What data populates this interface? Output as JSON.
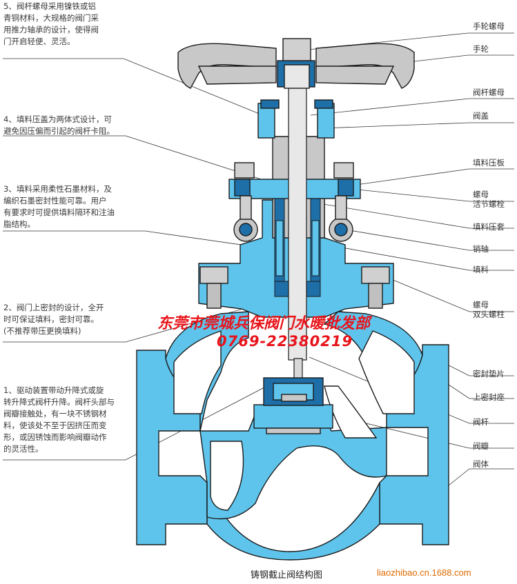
{
  "title": "铸钢截止阀结构图",
  "site": "liaozhibao.cn.1688.com",
  "watermark": {
    "company": "东莞市莞城兵保阀门水暖批发部",
    "phone": "0769-22380219"
  },
  "notes": [
    "5、阀杆螺母采用镍铁或铝\n青铜材料，大规格的阀门采\n用推力轴承的设计，使得阀\n门开启轻便、灵活。",
    "4、填料压盖为两体式设计，可\n避免因压偏而引起的阀杆卡阻。",
    "3、填料采用柔性石墨材料，及\n编织石墨密封性能可靠。用户\n有要求时可提供填料隔环和注油\n脂结构。",
    "2、阀门上密封的设计，全开\n时可保证填料，密封可靠。\n(不推荐带压更换填料)",
    "1、驱动装置带动升降式或旋\n转升降式阀杆升降。阀杆头部与\n阀瓣接触处，有一块不锈钢材\n料，使该处不至于因挤压而变\n形，或因锈蚀而影响阀瓣动作\n的灵活性。"
  ],
  "labels": [
    "手轮螺母",
    "手轮",
    "阀杆螺母",
    "阀盖",
    "填料压板",
    "螺母\n活节螺栓",
    "填料压套",
    "销轴",
    "填料",
    "螺母\n双头螺柱",
    "密封垫片",
    "上密封座",
    "阀杆",
    "阀瓣",
    "阀体"
  ],
  "colors": {
    "body_blue": "#5fc4ec",
    "dark_blue": "#1e6fa8",
    "steel_gray": "#c8c8c8",
    "outline": "#222222",
    "watermark_red": "#e8141b",
    "site_orange": "#e06a00"
  }
}
